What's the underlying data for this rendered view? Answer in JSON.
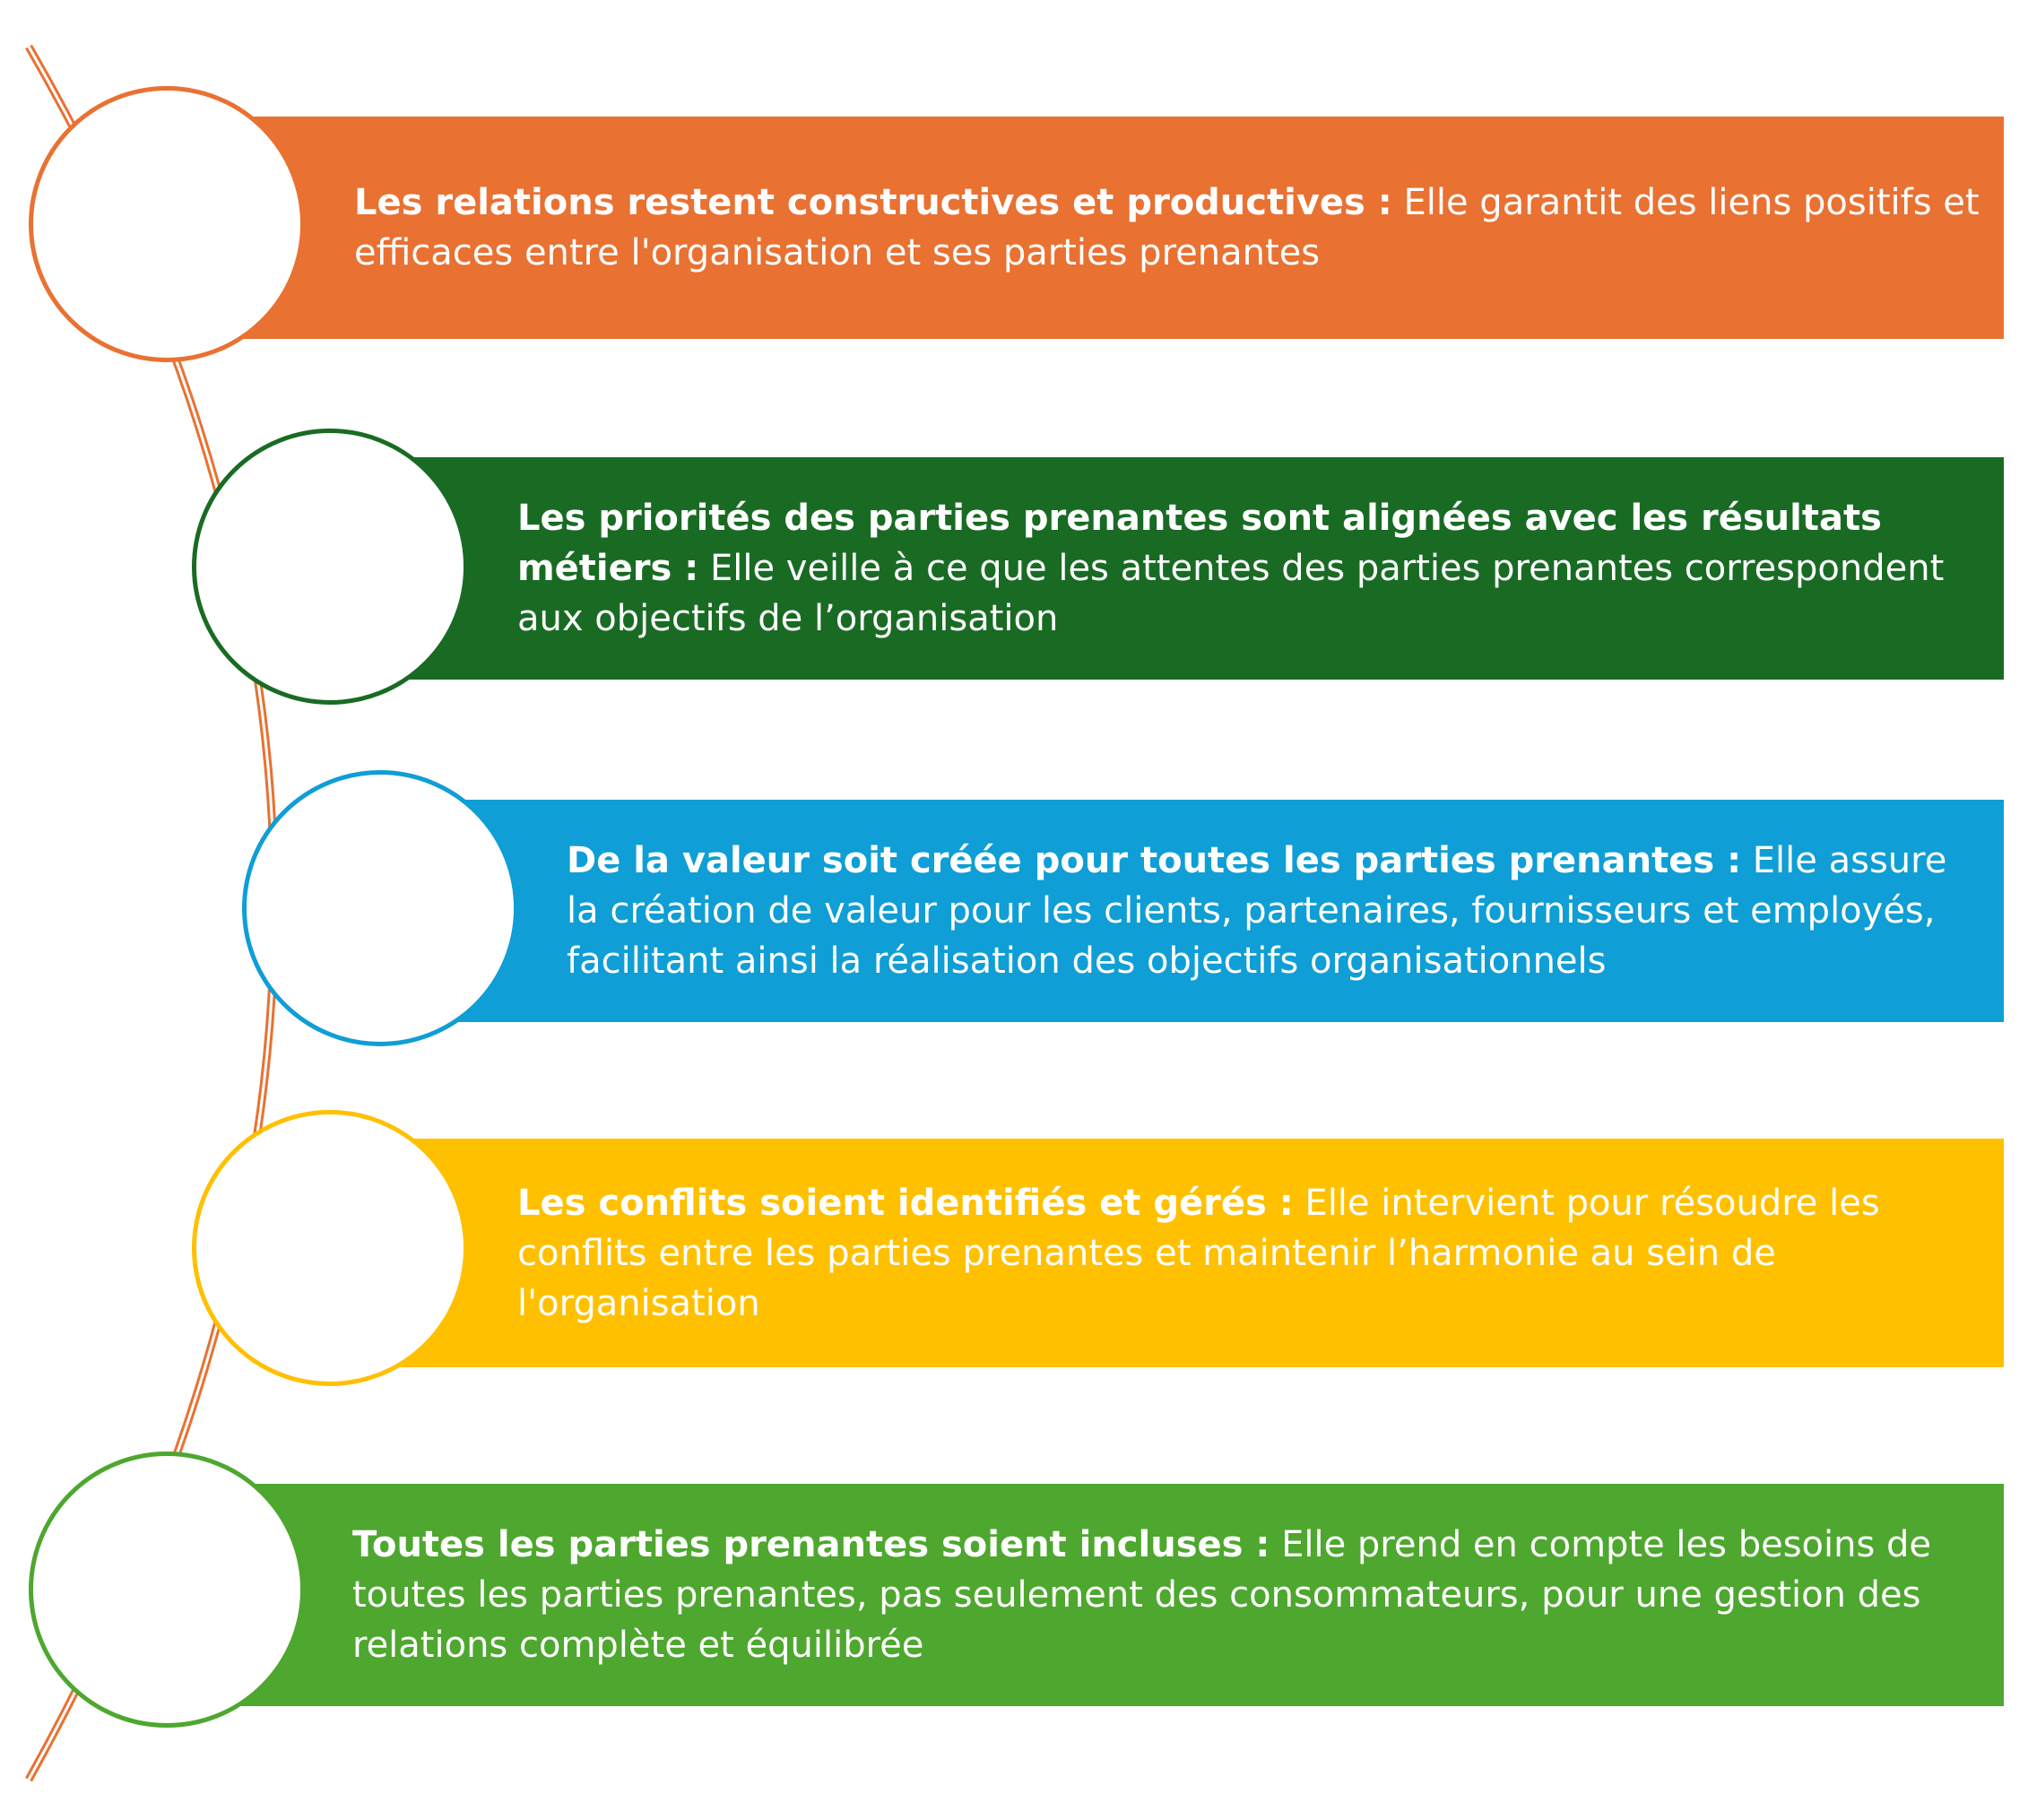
{
  "items": [
    {
      "title": "Les relations restent constructives et productives :",
      "text": "Elle garantit des liens positifs et efficaces entre l'organisation et ses parties prenantes",
      "color": "#e97132"
    },
    {
      "title": "Les priorités des parties prenantes sont alignées avec les résultats métiers :",
      "text": "Elle veille à ce que les attentes des parties prenantes correspondent aux objectifs de l’organisation",
      "color": "#196b24"
    },
    {
      "title": "De la valeur soit créée pour toutes les parties prenantes :",
      "text": "Elle assure la création de valeur pour les clients, partenaires, fournisseurs et employés, facilitant ainsi la réalisation des objectifs organisationnels",
      "color": "#0f9ed5"
    },
    {
      "title": "Les conflits soient identifiés et gérés :",
      "text": "Elle intervient pour résoudre les conflits entre les parties prenantes et maintenir l’harmonie au sein de l'organisation",
      "color": "#ffc000"
    },
    {
      "title": "Toutes les parties prenantes soient incluses :",
      "text": "Elle prend en compte les besoins de toutes les parties prenantes, pas seulement des consommateurs, pour une gestion des relations complète et équilibrée",
      "color": "#4ea72e"
    }
  ],
  "connector_color": "#e97132"
}
